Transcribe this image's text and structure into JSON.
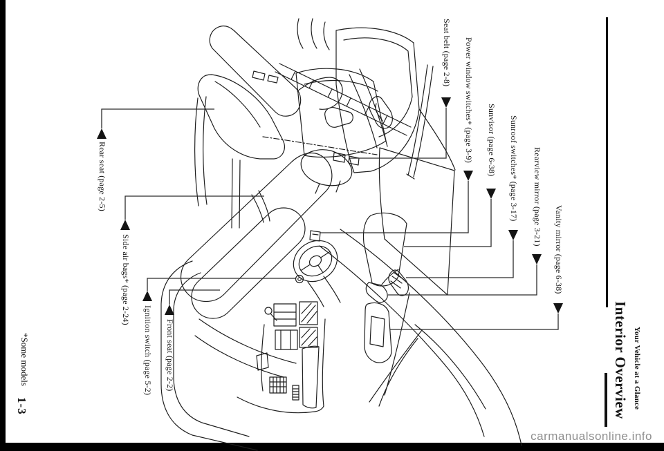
{
  "header": {
    "eyebrow": "Your Vehicle at a Glance",
    "title": "Interior Overview"
  },
  "footer": {
    "footnote": "*Some models",
    "page_number": "1-3",
    "watermark": "carmanualsonline.info"
  },
  "diagram": {
    "description": "Line drawing of car interior (page rotated 90 degrees clockwise)",
    "labels": [
      {
        "id": "seat-belt",
        "text": "Seat belt (page 2-8)"
      },
      {
        "id": "power-window-switches",
        "text": "Power window switches* (page 3-9)"
      },
      {
        "id": "sunvisor",
        "text": "Sunvisor (page 6-38)"
      },
      {
        "id": "sunroof-switches",
        "text": "Sunroof switches* (page 3-17)"
      },
      {
        "id": "rearview-mirror",
        "text": "Rearview mirror (page 3-21)"
      },
      {
        "id": "vanity-mirror",
        "text": "Vanity mirror (page 6-38)"
      },
      {
        "id": "rear-seat",
        "text": "Rear seat (page 2-5)"
      },
      {
        "id": "side-air-bags",
        "text": "Side air bags* (page 2-24)"
      },
      {
        "id": "ignition-switch",
        "text": "Ignition switch (page 5-2)"
      },
      {
        "id": "front-seat",
        "text": "Front seat (page 2-2)"
      }
    ]
  },
  "colors": {
    "ink": "#1f1f1f",
    "leader_line": "#2b2b2b",
    "watermark_gray": "#8f8f8f",
    "paper": "#ffffff",
    "scan_edge": "#000000"
  }
}
